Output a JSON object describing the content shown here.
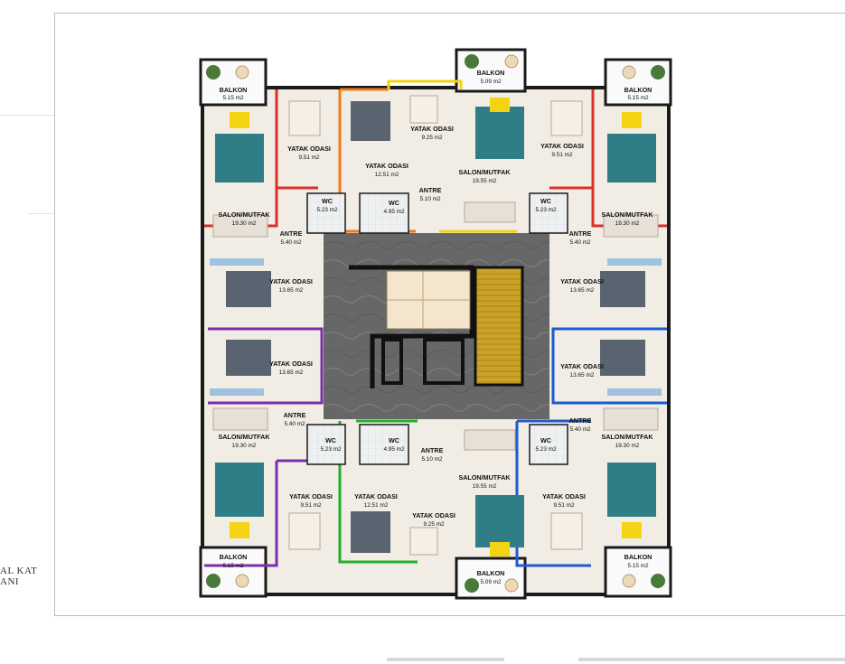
{
  "caption": {
    "line1": "AL KAT",
    "line2": "ANI"
  },
  "colors": {
    "red": "#d9302a",
    "orange": "#f07a1a",
    "yellow": "#f2d414",
    "blue": "#1c5bd1",
    "purple": "#7a2fa8",
    "green": "#22b02a",
    "teal": "#2f7d86",
    "lobby": "#6e6e6e",
    "stair_wood": "#c9a227",
    "floor": "#f1ece4"
  },
  "rooms": {
    "balkon_tl": {
      "name": "BALKON",
      "area": "5.15 m2"
    },
    "balkon_tc": {
      "name": "BALKON",
      "area": "5.09 m2"
    },
    "balkon_tr": {
      "name": "BALKON",
      "area": "5.15 m2"
    },
    "balkon_bl": {
      "name": "BALKON",
      "area": "5.15 m2"
    },
    "balkon_bc": {
      "name": "BALKON",
      "area": "5.09 m2"
    },
    "balkon_br": {
      "name": "BALKON",
      "area": "5.15 m2"
    },
    "yatak_t1": {
      "name": "YATAK ODASI",
      "area": "9.51 m2"
    },
    "yatak_t2": {
      "name": "YATAK ODASI",
      "area": "12.51 m2"
    },
    "yatak_t3": {
      "name": "YATAK ODASI",
      "area": "9.25 m2"
    },
    "yatak_t4": {
      "name": "YATAK ODASI",
      "area": "9.51 m2"
    },
    "salon_tc": {
      "name": "SALON/MUTFAK",
      "area": "19.55 m2"
    },
    "antre_tc": {
      "name": "ANTRE",
      "area": "5.10 m2"
    },
    "wc_t1": {
      "name": "WC",
      "area": "5.23 m2"
    },
    "wc_t2": {
      "name": "WC",
      "area": "4.95 m2"
    },
    "wc_t3": {
      "name": "WC",
      "area": "5.23 m2"
    },
    "salon_l1": {
      "name": "SALON/MUTFAK",
      "area": "19.30 m2"
    },
    "salon_r1": {
      "name": "SALON/MUTFAK",
      "area": "19.30 m2"
    },
    "antre_l1": {
      "name": "ANTRE",
      "area": "5.40 m2"
    },
    "antre_r1": {
      "name": "ANTRE",
      "area": "5.40 m2"
    },
    "yatak_l1": {
      "name": "YATAK ODASI",
      "area": "13.65 m2"
    },
    "yatak_r1": {
      "name": "YATAK ODASI",
      "area": "13.65 m2"
    },
    "yatak_l2": {
      "name": "YATAK ODASI",
      "area": "13.65 m2"
    },
    "yatak_r2": {
      "name": "YATAK ODASI",
      "area": "13.65 m2"
    },
    "antre_l2": {
      "name": "ANTRE",
      "area": "5.40 m2"
    },
    "antre_r2": {
      "name": "ANTRE",
      "area": "5.40 m2"
    },
    "salon_l2": {
      "name": "SALON/MUTFAK",
      "area": "19.30 m2"
    },
    "salon_r2": {
      "name": "SALON/MUTFAK",
      "area": "19.30 m2"
    },
    "wc_b1": {
      "name": "WC",
      "area": "5.23 m2"
    },
    "wc_b2": {
      "name": "WC",
      "area": "4.95 m2"
    },
    "wc_b3": {
      "name": "WC",
      "area": "5.23 m2"
    },
    "antre_bc": {
      "name": "ANTRE",
      "area": "5.10 m2"
    },
    "salon_bc": {
      "name": "SALON/MUTFAK",
      "area": "19.55 m2"
    },
    "yatak_b1": {
      "name": "YATAK ODASI",
      "area": "9.51 m2"
    },
    "yatak_b2": {
      "name": "YATAK ODASI",
      "area": "12.51 m2"
    },
    "yatak_b3": {
      "name": "YATAK ODASI",
      "area": "9.25 m2"
    },
    "yatak_b4": {
      "name": "YATAK ODASI",
      "area": "9.51 m2"
    }
  }
}
